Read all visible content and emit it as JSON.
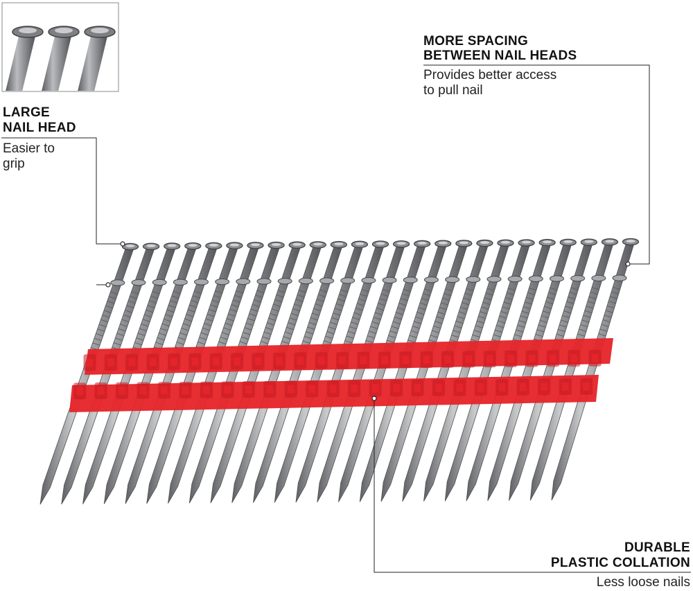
{
  "callouts": {
    "large_nail_head": {
      "title_line1": "LARGE",
      "title_line2": "NAIL HEAD",
      "desc_line1": "Easier to",
      "desc_line2": "grip"
    },
    "more_spacing": {
      "title_line1": "MORE SPACING",
      "title_line2": "BETWEEN NAIL HEADS",
      "desc_line1": "Provides better access",
      "desc_line2": "to pull nail"
    },
    "durable_collation": {
      "title_line1": "DURABLE",
      "title_line2": "PLASTIC COLLATION",
      "desc_line1": "Less loose nails"
    }
  },
  "product": {
    "nail_count": 25,
    "collation_color": "#e5252b",
    "nail_color": "#8d8f92"
  }
}
